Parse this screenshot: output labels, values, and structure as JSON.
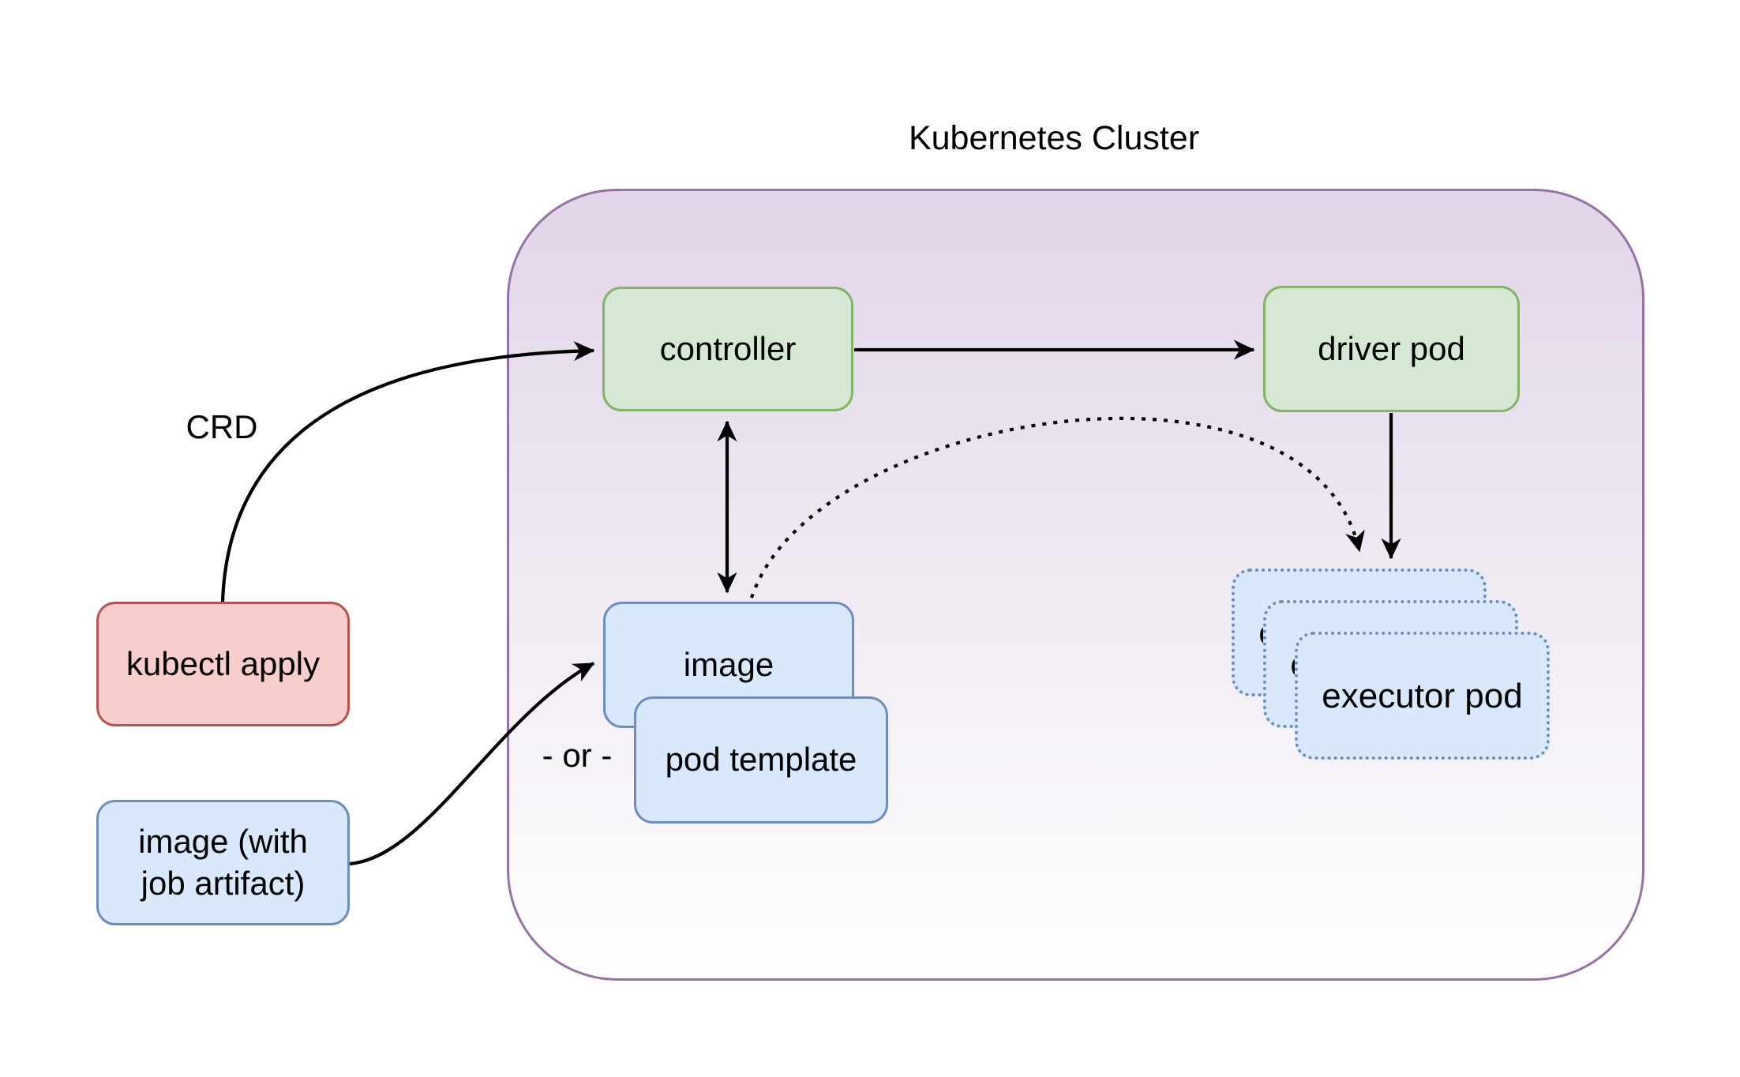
{
  "title": "Kubernetes Cluster",
  "nodes": {
    "controller": {
      "label": "controller"
    },
    "driver_pod": {
      "label": "driver pod"
    },
    "image": {
      "label": "image"
    },
    "pod_template": {
      "label": "pod template"
    },
    "kubectl_apply": {
      "label": "kubectl apply"
    },
    "job_image": {
      "line1": "image (with",
      "line2": "job artifact)"
    },
    "executor_pod": {
      "label": "executor pod"
    }
  },
  "edge_labels": {
    "crd": "CRD",
    "or": "- or -"
  },
  "colors": {
    "green_fill": "#d5e8d4",
    "green_stroke": "#82b366",
    "blue_fill": "#dae8fc",
    "blue_stroke": "#6c8ebf",
    "red_fill": "#f8cecc",
    "red_stroke": "#b85450",
    "cluster_stroke": "#9673a6",
    "cluster_fill_top": "#e1d5e7",
    "cluster_fill_bottom": "#ffffff",
    "arrow": "#000000"
  }
}
